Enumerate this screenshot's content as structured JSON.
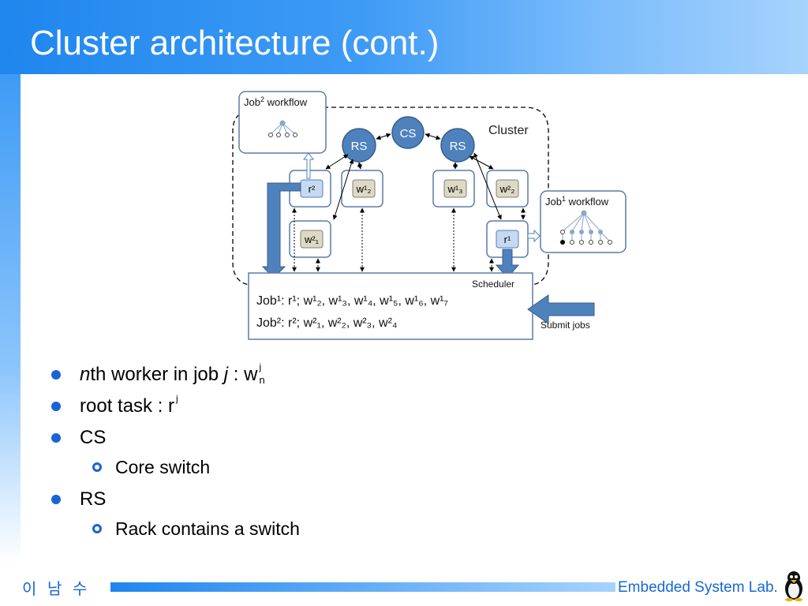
{
  "slide": {
    "title": "Cluster architecture (cont.)"
  },
  "diagram": {
    "cluster_label": "Cluster",
    "cs_label": "CS",
    "rs_label": "RS",
    "job2_workflow_label_main": "Job",
    "job2_workflow_label_sup": "2",
    "job2_workflow_label_rest": " workflow",
    "job1_workflow_label_main": "Job",
    "job1_workflow_label_sup": "1",
    "job1_workflow_label_rest": " workflow",
    "scheduler_label": "Scheduler",
    "submit_label": "Submit jobs",
    "job1_line": "Job¹: r¹; w¹₂, w¹₃, w¹₄, w¹₅, w¹₆, w¹₇",
    "job2_line": "Job²: r²; w²₁, w²₂, w²₃, w²₄",
    "nodes": {
      "r2": "r²",
      "w12": "w¹₂",
      "w13": "w¹₃",
      "w22": "w²₂",
      "w21": "w²₁",
      "r1": "r¹"
    }
  },
  "bullets": {
    "item1_n": "n",
    "item1_mid": "th worker in job ",
    "item1_j": "j",
    "item1_tail": " : w",
    "item1_sup": "j",
    "item1_sub": "n",
    "item2": "root task : r",
    "item2_sup": "j",
    "item3": "CS",
    "item3_sub": "Core switch",
    "item4": "RS",
    "item4_sub": "Rack contains a switch"
  },
  "footer": {
    "author": "이 남 수",
    "lab": "Embedded System Lab."
  },
  "colors": {
    "title_gradient_start": "#1f86ee",
    "bullet_blue": "#1a63d6",
    "node_blue": "#4f81bd",
    "worker_fill": "#ddd9c4"
  }
}
